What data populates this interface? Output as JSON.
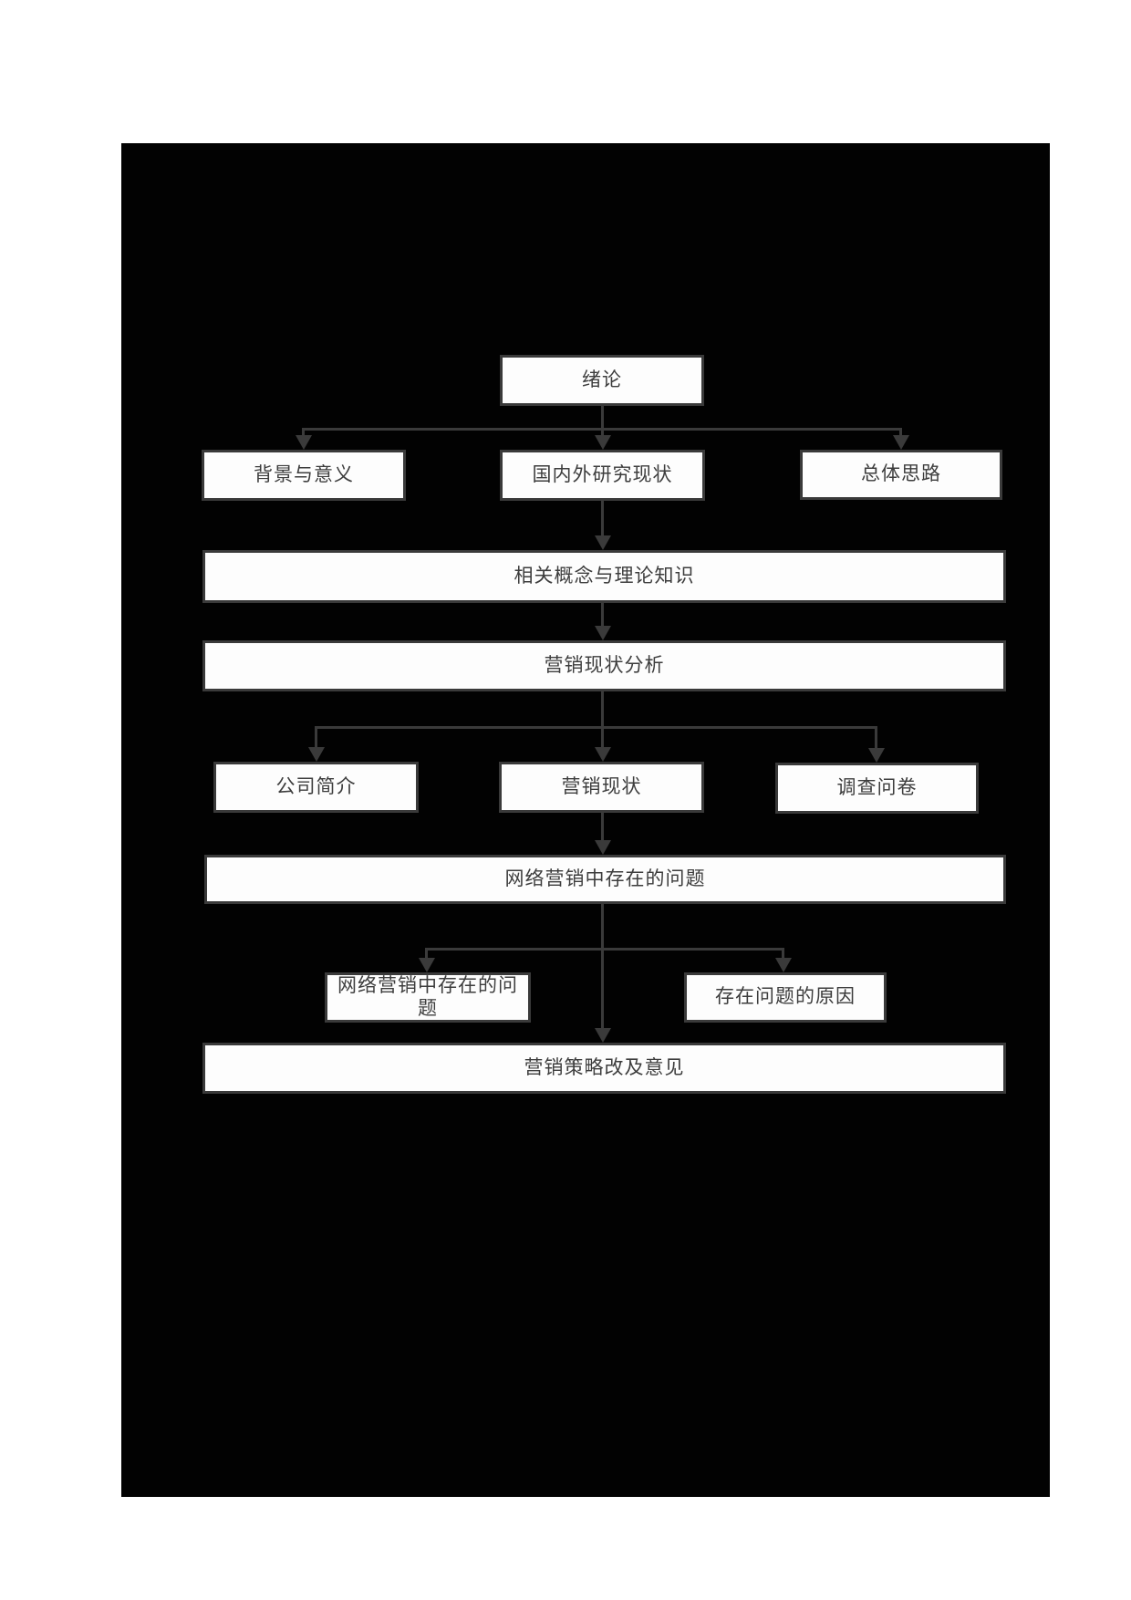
{
  "diagram": {
    "title_hint": "thesis structure flowchart",
    "nodes": {
      "intro": {
        "label": "绪论"
      },
      "background": {
        "label": "背景与意义"
      },
      "research_status": {
        "label": "国内外研究现状"
      },
      "overall_idea": {
        "label": "总体思路"
      },
      "concepts": {
        "label": "相关概念与理论知识"
      },
      "marketing_analysis": {
        "label": "营销现状分析"
      },
      "company_profile": {
        "label": "公司简介"
      },
      "marketing_status": {
        "label": "营销现状"
      },
      "questionnaire": {
        "label": "调查问卷"
      },
      "problems_wide": {
        "label": "网络营销中存在的问题"
      },
      "problems_branch": {
        "label": "网络营销中存在的问题"
      },
      "problem_causes": {
        "label": "存在问题的原因"
      },
      "strategy": {
        "label": "营销策略改及意见"
      }
    },
    "edges": [
      {
        "from": "intro",
        "to": [
          "background",
          "research_status",
          "overall_idea"
        ]
      },
      {
        "from": "research_status",
        "to": [
          "concepts"
        ]
      },
      {
        "from": "concepts",
        "to": [
          "marketing_analysis"
        ]
      },
      {
        "from": "marketing_analysis",
        "to": [
          "company_profile",
          "marketing_status",
          "questionnaire"
        ]
      },
      {
        "from": "marketing_status",
        "to": [
          "problems_wide"
        ]
      },
      {
        "from": "problems_wide",
        "to": [
          "problems_branch",
          "problem_causes",
          "strategy"
        ]
      }
    ]
  },
  "colors": {
    "page_background": "#020202",
    "node_fill": "#fdfdfd",
    "border_and_lines": "#3a3a3a",
    "text": "#3d3d3d",
    "canvas_background": "#ffffff"
  }
}
